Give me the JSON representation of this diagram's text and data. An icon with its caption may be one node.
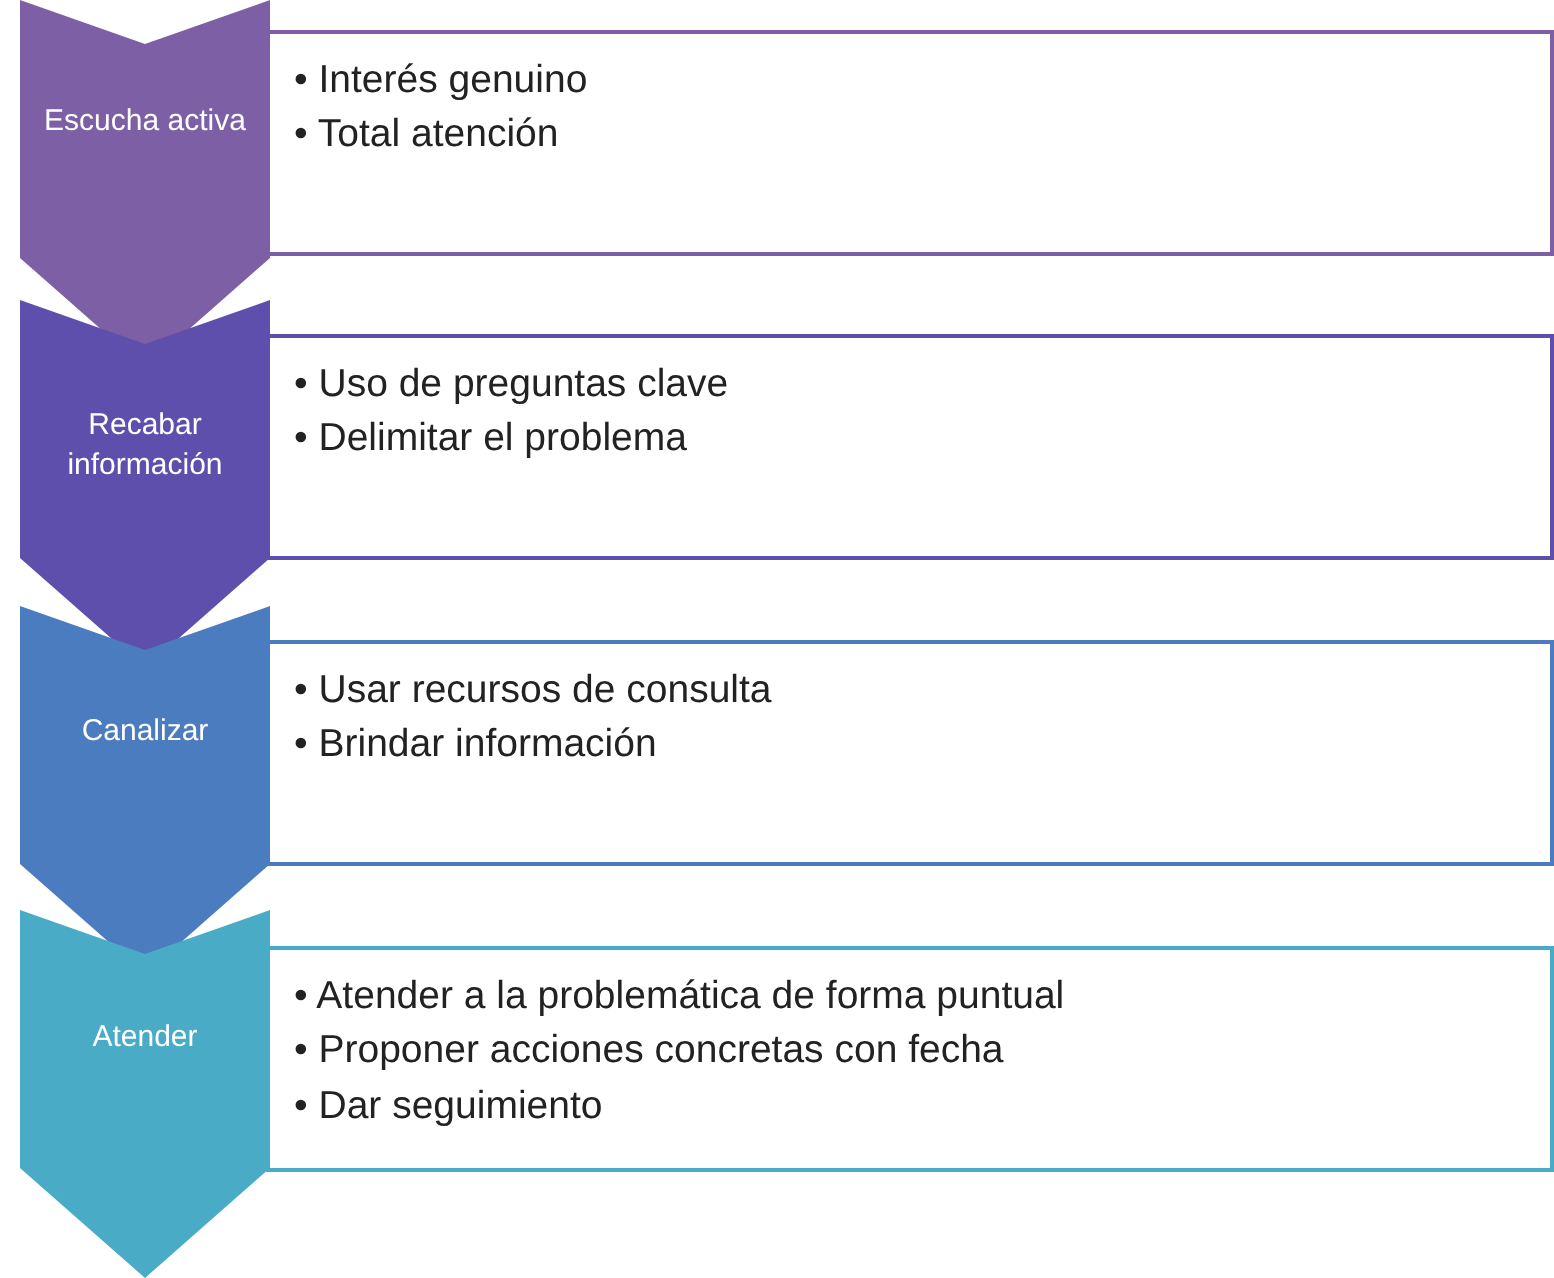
{
  "diagram": {
    "nodes": [
      {
        "text": [
          "Escucha activa"
        ]
      },
      {
        "text": [
          "• Interés genuino",
          "• Total atención"
        ]
      },
      {
        "text": [
          "Recabar información"
        ]
      },
      {
        "text": [
          "• Uso de preguntas clave",
          "• Delimitar el problema"
        ]
      },
      {
        "text": [
          "Canalizar"
        ]
      },
      {
        "text": [
          "• Usar recursos de consulta",
          "• Brindar información"
        ]
      },
      {
        "text": [
          "Atender"
        ]
      },
      {
        "text": [
          "• Atender a la problemática de forma puntual",
          "• Proponer acciones concretas con fecha",
          "• Dar seguimiento"
        ]
      }
    ]
  }
}
